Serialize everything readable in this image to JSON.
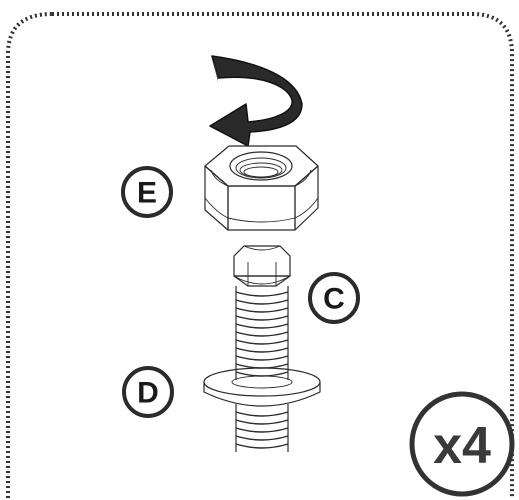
{
  "diagram": {
    "step_quantity": "x4",
    "rotation_arrow_icon": "counterclockwise-rotation-arrow",
    "parts": [
      {
        "id": "nut",
        "label": "E"
      },
      {
        "id": "bolt",
        "label": "C"
      },
      {
        "id": "washer",
        "label": "D"
      }
    ]
  }
}
